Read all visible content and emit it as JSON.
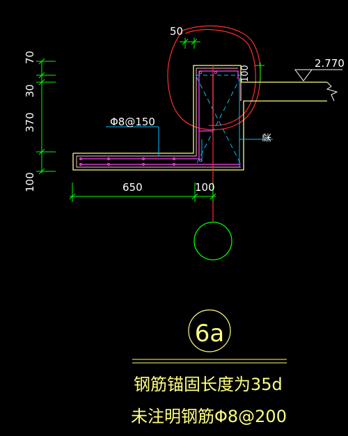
{
  "dims": {
    "top_offset": "50",
    "vert_70": "70",
    "vert_30": "30",
    "vert_370": "370",
    "vert_100": "100",
    "horiz_650": "650",
    "horiz_100": "100",
    "inner_100": "100"
  },
  "labels": {
    "elevation": "2.770",
    "rebar_callout": "Φ8@150",
    "beam": "梁"
  },
  "section": {
    "tag": "6a"
  },
  "notes": {
    "line1": "钢筋锚固长度为35d",
    "line2": "未注明钢筋Φ8@200"
  },
  "colors": {
    "background": "#000000",
    "dim_green": "#00ff00",
    "outline_yellow": "#ffff80",
    "rebar_magenta": "#ff40ff",
    "cyan": "#00c0ff",
    "red": "#ff3030",
    "white": "#ffffff",
    "pink_outline": "#ffc0c0"
  }
}
